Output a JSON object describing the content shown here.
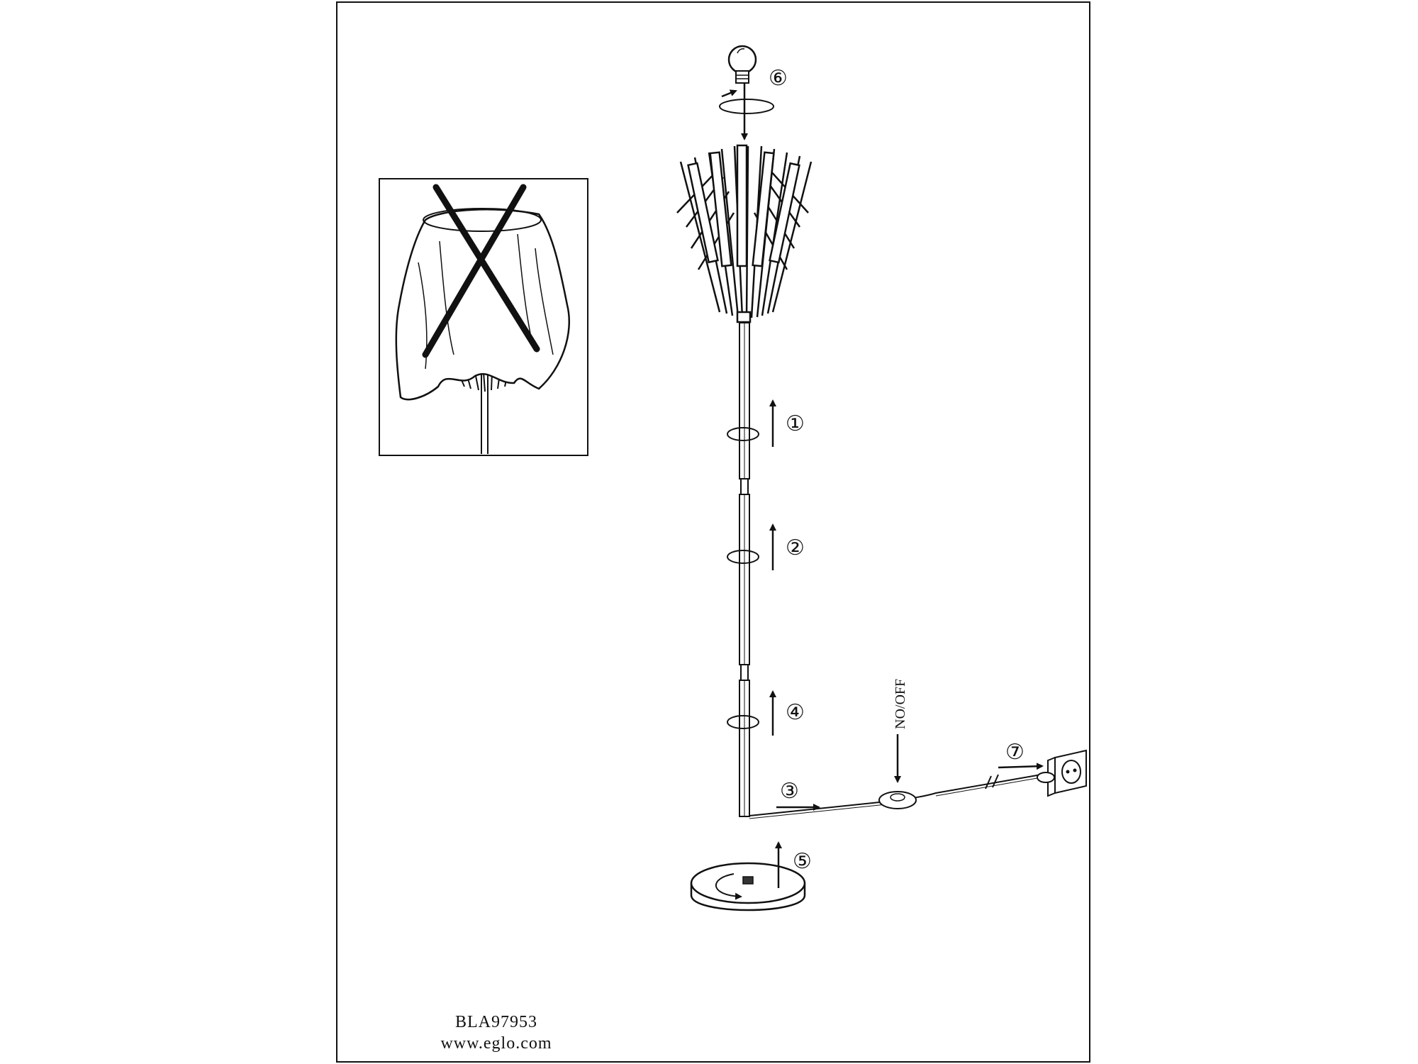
{
  "steps": {
    "s1": "①",
    "s2": "②",
    "s3": "③",
    "s4": "④",
    "s5": "⑤",
    "s6": "⑥",
    "s7": "⑦"
  },
  "switch_label": "NO/OFF",
  "footer": {
    "model": "BLA97953",
    "website": "www.eglo.com"
  },
  "warning_icon": "no-cover-shade-warning-icon",
  "colors": {
    "line": "#111111",
    "background": "#ffffff"
  }
}
